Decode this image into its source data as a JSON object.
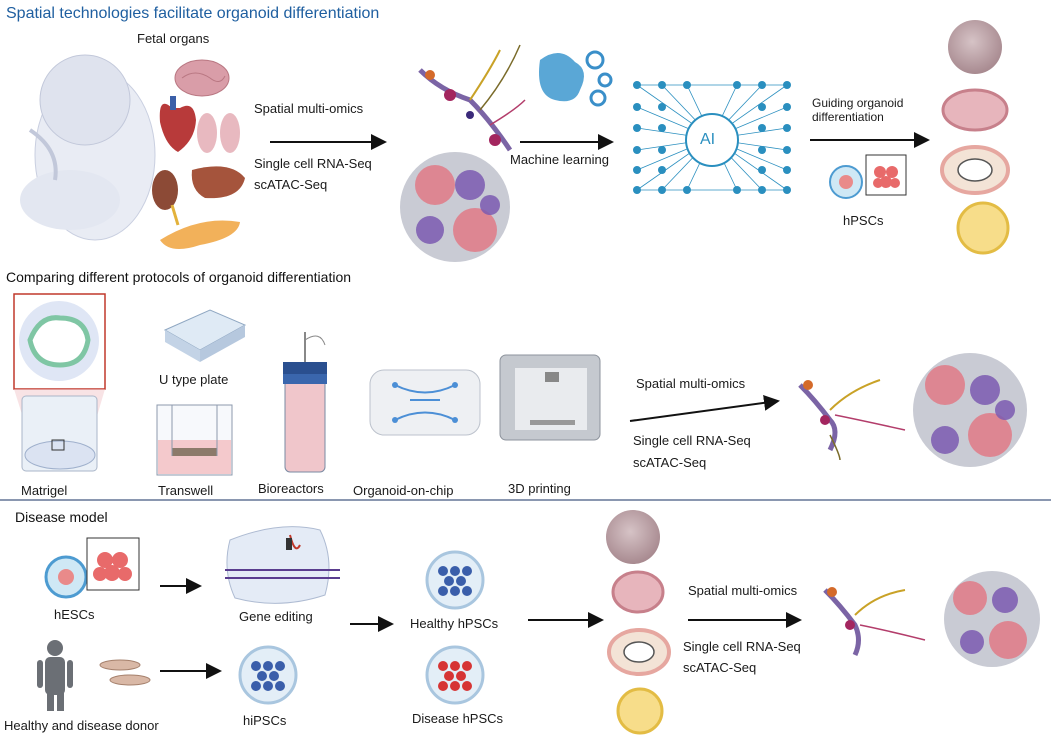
{
  "title": "Spatial technologies facilitate organoid differentiation",
  "section1": {
    "fetal_organs": "Fetal organs",
    "spatial_multiomics": "Spatial multi-omics",
    "scrna": "Single cell RNA-Seq",
    "scatac": "scATAC-Seq",
    "machine_learning": "Machine learning",
    "ai": "AI",
    "guiding_line1": "Guiding organoid",
    "guiding_line2": "differentiation",
    "hpscs": "hPSCs"
  },
  "section2": {
    "heading": "Comparing different protocols of organoid differentiation",
    "utype": "U type plate",
    "matrigel": "Matrigel",
    "transwell": "Transwell",
    "bioreactors": "Bioreactors",
    "chip": "Organoid-on-chip",
    "printing": "3D printing",
    "spatial_multiomics": "Spatial multi-omics",
    "scrna": "Single cell RNA-Seq",
    "scatac": "scATAC-Seq"
  },
  "section3": {
    "heading": "Disease model",
    "hescs": "hESCs",
    "gene_editing": "Gene editing",
    "donor": "Healthy and disease donor",
    "hipscs": "hiPSCs",
    "healthy": "Healthy hPSCs",
    "disease": "Disease hPSCs",
    "spatial_multiomics": "Spatial multi-omics",
    "scrna": "Single cell RNA-Seq",
    "scatac": "scATAC-Seq"
  },
  "colors": {
    "title": "#1f5fa0",
    "spot_pink": "#e07a86",
    "spot_purple": "#7b5bb0",
    "spot_grey": "#c9cbd4",
    "network": "#2a8fbf",
    "divider": "#8a97b0"
  }
}
